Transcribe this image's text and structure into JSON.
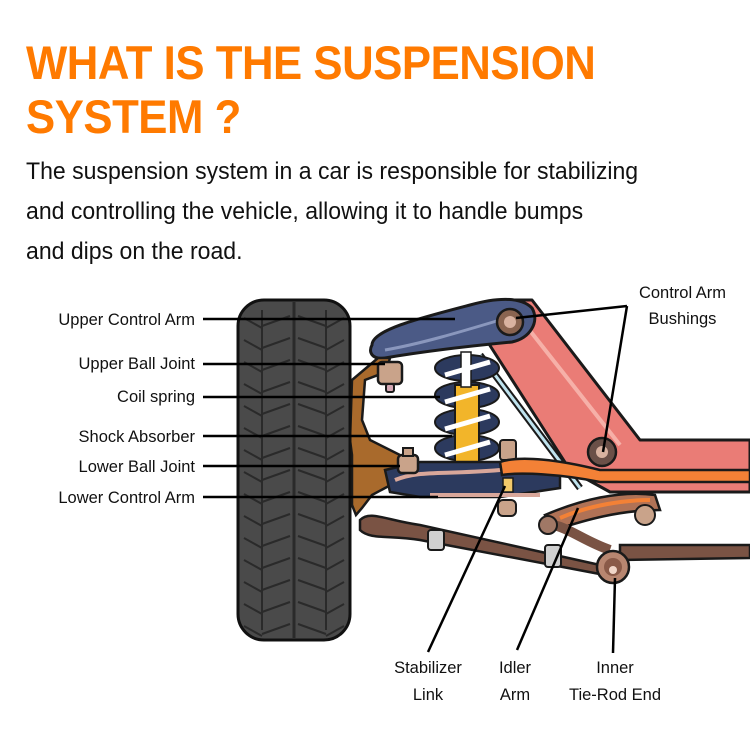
{
  "header": {
    "title_line1": "WHAT IS THE SUSPENSION",
    "title_line2": "SYSTEM ?",
    "title_color": "#ff7a00"
  },
  "intro": {
    "line1": "The suspension system in a car is responsible for stabilizing",
    "line2": "and controlling the vehicle, allowing it to handle bumps",
    "line3": "and dips on the road."
  },
  "diagram": {
    "left_labels": [
      {
        "id": "upper-control-arm",
        "text": "Upper Control Arm"
      },
      {
        "id": "upper-ball-joint",
        "text": "Upper Ball Joint"
      },
      {
        "id": "coil-spring",
        "text": "Coil spring"
      },
      {
        "id": "shock-absorber",
        "text": "Shock Absorber"
      },
      {
        "id": "lower-ball-joint",
        "text": "Lower Ball Joint"
      },
      {
        "id": "lower-control-arm",
        "text": "Lower Control Arm"
      }
    ],
    "top_right_label": {
      "line1": "Control Arm",
      "line2": "Bushings"
    },
    "bottom_labels": [
      {
        "id": "stabilizer-link",
        "line1": "Stabilizer",
        "line2": "Link"
      },
      {
        "id": "idler-arm",
        "line1": "Idler",
        "line2": "Arm"
      },
      {
        "id": "inner-tie-rod-end",
        "line1": "Inner",
        "line2": "Tie-Rod End"
      }
    ],
    "colors": {
      "tire": "#4a4a4a",
      "upper_arm": "#4b5a86",
      "frame": "#ea7c76",
      "spring": "#2c3a5e",
      "shock": "#f2b52a",
      "knuckle": "#a96a2c",
      "stabilizer_bar": "#f38136",
      "tie_rod": "#7a5344"
    }
  }
}
